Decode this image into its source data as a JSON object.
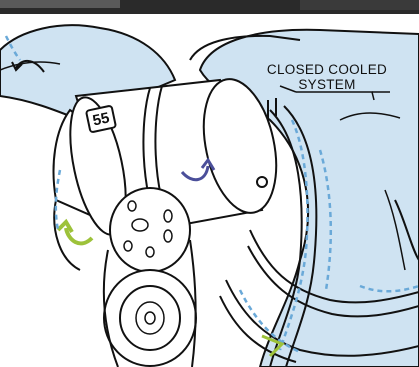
{
  "diagram": {
    "callout": {
      "line1": "CLOSED COOLED",
      "line2": "SYSTEM"
    },
    "canister_badge": "55",
    "colors": {
      "coolant_fill": "#cfe3f2",
      "coolant_dash": "#6aa9d8",
      "rotation_arrow": "#4b4f9a",
      "return_arrow": "#9dc23a",
      "line_art": "#111111",
      "background": "#ffffff",
      "top_strip": "#2a2a2a"
    },
    "icons": {
      "rotation_left": "curved-arrow-icon",
      "rotation_canister": "curved-arrow-icon",
      "return_flow": "curved-arrow-icon"
    }
  }
}
